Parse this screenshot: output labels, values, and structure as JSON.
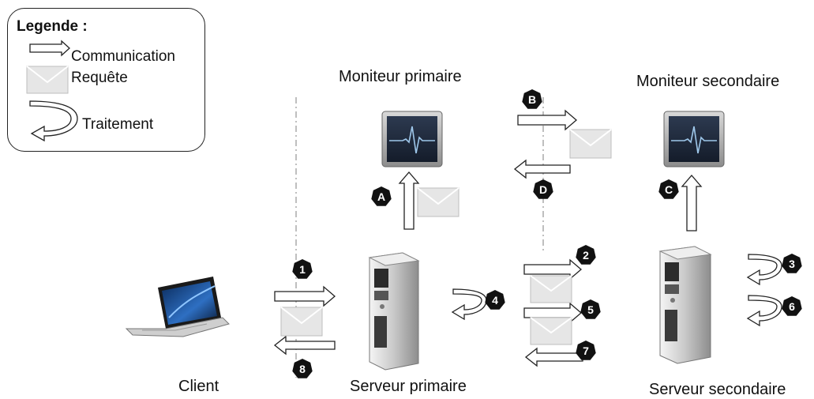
{
  "legend": {
    "title": "Legende :",
    "items": [
      {
        "icon": "arrow-icon",
        "label": "Communication"
      },
      {
        "icon": "envelope-icon",
        "label": "Requête"
      },
      {
        "icon": "processing-icon",
        "label": "Traitement"
      }
    ]
  },
  "nodes": {
    "client": "Client",
    "primary_server": "Serveur primaire",
    "secondary_server": "Serveur secondaire",
    "primary_monitor": "Moniteur primaire",
    "secondary_monitor": "Moniteur  secondaire"
  },
  "steps": [
    "1",
    "2",
    "3",
    "4",
    "5",
    "6",
    "7",
    "8"
  ],
  "monitor_steps": [
    "A",
    "B",
    "C",
    "D"
  ],
  "colors": {
    "badge": "#111111",
    "badge_text": "#ffffff",
    "envelope": "#e6e6e6",
    "monitor_screen": "#1e2a3c",
    "heartbeat": "#9ec7ea",
    "dashed_line": "#aaaaaa"
  }
}
